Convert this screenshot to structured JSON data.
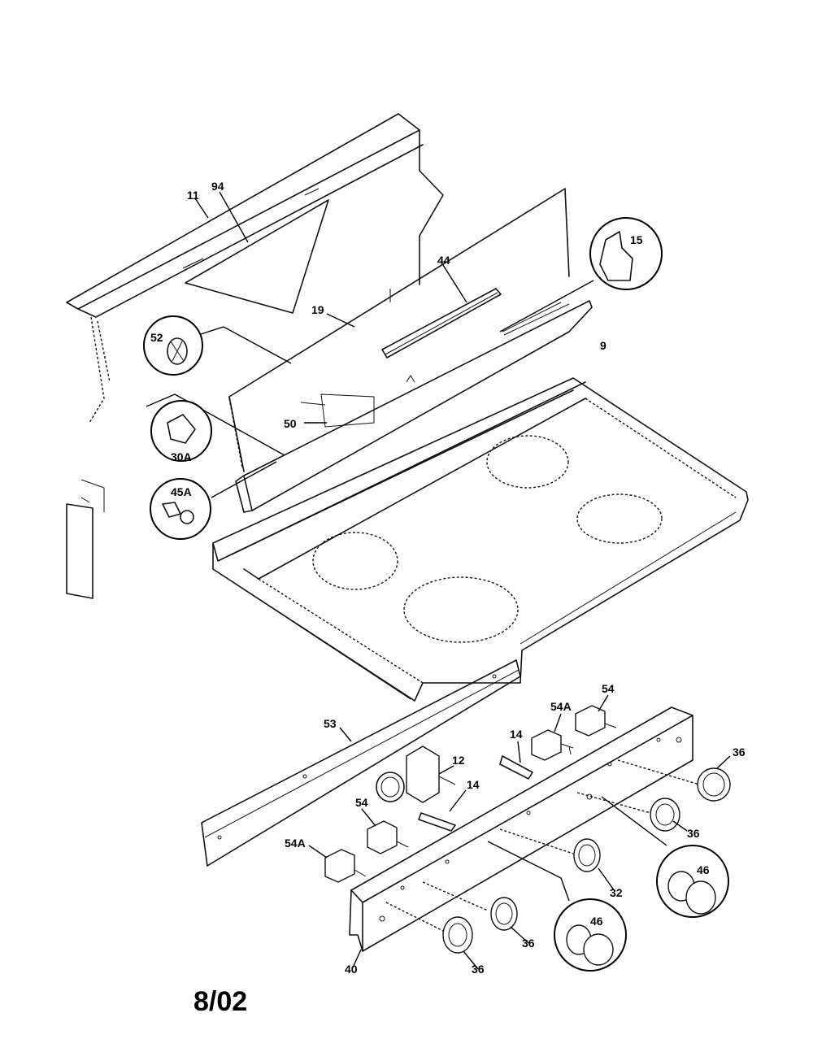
{
  "diagram": {
    "date_code": "8/02",
    "callouts": {
      "p11": "11",
      "p94": "94",
      "p44": "44",
      "p15": "15",
      "p19": "19",
      "p52": "52",
      "p9": "9",
      "p50": "50",
      "p30a": "30A",
      "p45a": "45A",
      "p53": "53",
      "p54a_top": "54A",
      "p54_top": "54",
      "p14_a": "14",
      "p12": "12",
      "p14_b": "14",
      "p36_a": "36",
      "p54_mid": "54",
      "p54a_low": "54A",
      "p36_b": "36",
      "p46_a": "46",
      "p32": "32",
      "p46_b": "46",
      "p36_c": "36",
      "p36_d": "36",
      "p40": "40"
    }
  }
}
